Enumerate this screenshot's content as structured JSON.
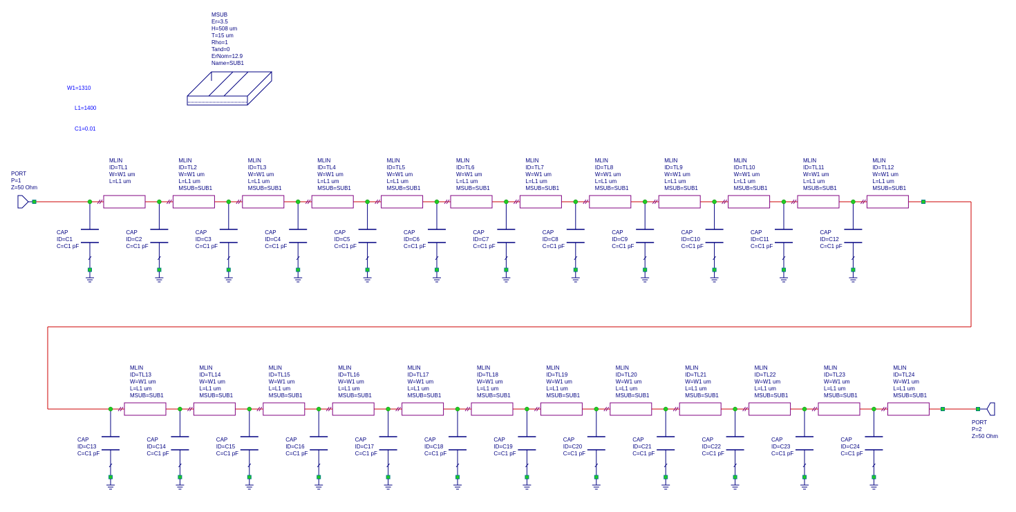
{
  "equations": [
    "W1=1310",
    "L1=1400",
    "C1=0.01"
  ],
  "msub": {
    "title": "MSUB",
    "params": [
      "Er=3.5",
      "H=508 um",
      "T=15 um",
      "Rho=1",
      "Tand=0",
      "ErNom=12.9",
      "Name=SUB1"
    ]
  },
  "ports": [
    {
      "lines": [
        "PORT",
        "P=1",
        "Z=50 Ohm"
      ]
    },
    {
      "lines": [
        "PORT",
        "P=2",
        "Z=50 Ohm"
      ]
    }
  ],
  "mlines": [
    {
      "lines": [
        "MLIN",
        "ID=TL1",
        "W=W1 um",
        "L=L1 um"
      ]
    },
    {
      "lines": [
        "MLIN",
        "ID=TL2",
        "W=W1 um",
        "L=L1 um",
        "MSUB=SUB1"
      ]
    },
    {
      "lines": [
        "MLIN",
        "ID=TL3",
        "W=W1 um",
        "L=L1 um",
        "MSUB=SUB1"
      ]
    },
    {
      "lines": [
        "MLIN",
        "ID=TL4",
        "W=W1 um",
        "L=L1 um",
        "MSUB=SUB1"
      ]
    },
    {
      "lines": [
        "MLIN",
        "ID=TL5",
        "W=W1 um",
        "L=L1 um",
        "MSUB=SUB1"
      ]
    },
    {
      "lines": [
        "MLIN",
        "ID=TL6",
        "W=W1 um",
        "L=L1 um",
        "MSUB=SUB1"
      ]
    },
    {
      "lines": [
        "MLIN",
        "ID=TL7",
        "W=W1 um",
        "L=L1 um",
        "MSUB=SUB1"
      ]
    },
    {
      "lines": [
        "MLIN",
        "ID=TL8",
        "W=W1 um",
        "L=L1 um",
        "MSUB=SUB1"
      ]
    },
    {
      "lines": [
        "MLIN",
        "ID=TL9",
        "W=W1 um",
        "L=L1 um",
        "MSUB=SUB1"
      ]
    },
    {
      "lines": [
        "MLIN",
        "ID=TL10",
        "W=W1 um",
        "L=L1 um",
        "MSUB=SUB1"
      ]
    },
    {
      "lines": [
        "MLIN",
        "ID=TL11",
        "W=W1 um",
        "L=L1 um",
        "MSUB=SUB1"
      ]
    },
    {
      "lines": [
        "MLIN",
        "ID=TL12",
        "W=W1 um",
        "L=L1 um",
        "MSUB=SUB1"
      ]
    },
    {
      "lines": [
        "MLIN",
        "ID=TL13",
        "W=W1 um",
        "L=L1 um",
        "MSUB=SUB1"
      ]
    },
    {
      "lines": [
        "MLIN",
        "ID=TL14",
        "W=W1 um",
        "L=L1 um",
        "MSUB=SUB1"
      ]
    },
    {
      "lines": [
        "MLIN",
        "ID=TL15",
        "W=W1 um",
        "L=L1 um",
        "MSUB=SUB1"
      ]
    },
    {
      "lines": [
        "MLIN",
        "ID=TL16",
        "W=W1 um",
        "L=L1 um",
        "MSUB=SUB1"
      ]
    },
    {
      "lines": [
        "MLIN",
        "ID=TL17",
        "W=W1 um",
        "L=L1 um",
        "MSUB=SUB1"
      ]
    },
    {
      "lines": [
        "MLIN",
        "ID=TL18",
        "W=W1 um",
        "L=L1 um",
        "MSUB=SUB1"
      ]
    },
    {
      "lines": [
        "MLIN",
        "ID=TL19",
        "W=W1 um",
        "L=L1 um",
        "MSUB=SUB1"
      ]
    },
    {
      "lines": [
        "MLIN",
        "ID=TL20",
        "W=W1 um",
        "L=L1 um",
        "MSUB=SUB1"
      ]
    },
    {
      "lines": [
        "MLIN",
        "ID=TL21",
        "W=W1 um",
        "L=L1 um",
        "MSUB=SUB1"
      ]
    },
    {
      "lines": [
        "MLIN",
        "ID=TL22",
        "W=W1 um",
        "L=L1 um",
        "MSUB=SUB1"
      ]
    },
    {
      "lines": [
        "MLIN",
        "ID=TL23",
        "W=W1 um",
        "L=L1 um",
        "MSUB=SUB1"
      ]
    },
    {
      "lines": [
        "MLIN",
        "ID=TL24",
        "W=W1 um",
        "L=L1 um",
        "MSUB=SUB1"
      ]
    }
  ],
  "caps": [
    {
      "lines": [
        "CAP",
        "ID=C1",
        "C=C1 pF"
      ]
    },
    {
      "lines": [
        "CAP",
        "ID=C2",
        "C=C1 pF"
      ]
    },
    {
      "lines": [
        "CAP",
        "ID=C3",
        "C=C1 pF"
      ]
    },
    {
      "lines": [
        "CAP",
        "ID=C4",
        "C=C1 pF"
      ]
    },
    {
      "lines": [
        "CAP",
        "ID=C5",
        "C=C1 pF"
      ]
    },
    {
      "lines": [
        "CAP",
        "ID=C6",
        "C=C1 pF"
      ]
    },
    {
      "lines": [
        "CAP",
        "ID=C7",
        "C=C1 pF"
      ]
    },
    {
      "lines": [
        "CAP",
        "ID=C8",
        "C=C1 pF"
      ]
    },
    {
      "lines": [
        "CAP",
        "ID=C9",
        "C=C1 pF"
      ]
    },
    {
      "lines": [
        "CAP",
        "ID=C10",
        "C=C1 pF"
      ]
    },
    {
      "lines": [
        "CAP",
        "ID=C11",
        "C=C1 pF"
      ]
    },
    {
      "lines": [
        "CAP",
        "ID=C12",
        "C=C1 pF"
      ]
    },
    {
      "lines": [
        "CAP",
        "ID=C13",
        "C=C1 pF"
      ]
    },
    {
      "lines": [
        "CAP",
        "ID=C14",
        "C=C1 pF"
      ]
    },
    {
      "lines": [
        "CAP",
        "ID=C15",
        "C=C1 pF"
      ]
    },
    {
      "lines": [
        "CAP",
        "ID=C16",
        "C=C1 pF"
      ]
    },
    {
      "lines": [
        "CAP",
        "ID=C17",
        "C=C1 pF"
      ]
    },
    {
      "lines": [
        "CAP",
        "ID=C18",
        "C=C1 pF"
      ]
    },
    {
      "lines": [
        "CAP",
        "ID=C19",
        "C=C1 pF"
      ]
    },
    {
      "lines": [
        "CAP",
        "ID=C20",
        "C=C1 pF"
      ]
    },
    {
      "lines": [
        "CAP",
        "ID=C21",
        "C=C1 pF"
      ]
    },
    {
      "lines": [
        "CAP",
        "ID=C22",
        "C=C1 pF"
      ]
    },
    {
      "lines": [
        "CAP",
        "ID=C23",
        "C=C1 pF"
      ]
    },
    {
      "lines": [
        "CAP",
        "ID=C24",
        "C=C1 pF"
      ]
    }
  ],
  "colors": {
    "wire": "#cc0000",
    "component": "#800080",
    "element": "#000080",
    "label": "#000080",
    "equation": "#0000ff",
    "node": "#22cc22",
    "terminal": "#008080"
  }
}
